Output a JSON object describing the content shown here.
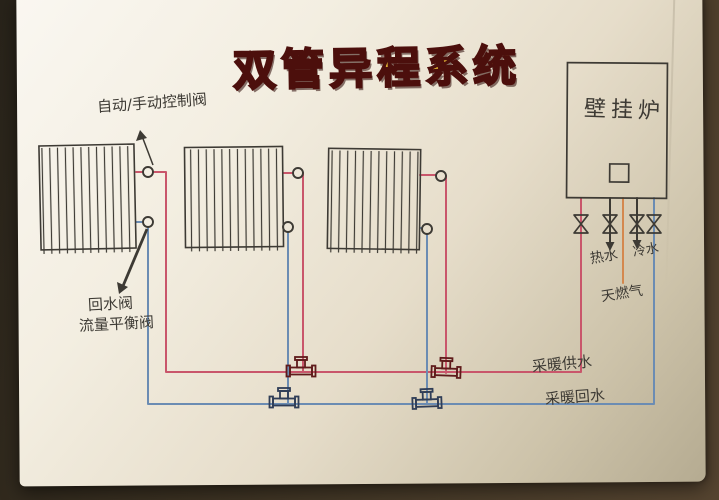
{
  "title": "双管异程系统",
  "labels": {
    "control_valve": "自动/手动控制阀",
    "return_valve": "回水阀",
    "balance_valve": "流量平衡阀",
    "boiler": "壁挂炉",
    "hot_water": "热水",
    "cold_water": "冷水",
    "natural_gas": "天燃气",
    "heating_supply": "采暖供水",
    "heating_return": "采暖回水"
  },
  "components": {
    "radiator_count": 3,
    "boiler_valve_count": 4,
    "radiator_union_count": 6,
    "tee_fitting_count": 4
  },
  "colors": {
    "supply_pipe": "#c9566b",
    "return_pipe": "#6b8cb3",
    "gas_pipe": "#d4884e",
    "ink": "#3d3a34",
    "title_fill": "#f3c93a",
    "title_outline": "#4c0f0c",
    "fitting_red": "#5f1b1b",
    "fitting_blue": "#2f3d57"
  }
}
